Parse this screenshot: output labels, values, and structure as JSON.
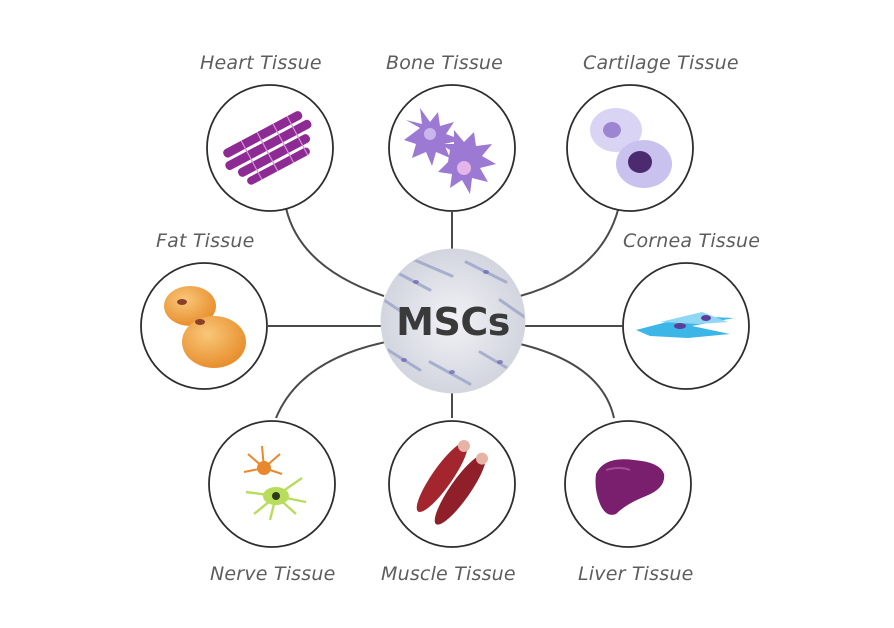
{
  "hub": {
    "label": "MSCs"
  },
  "tissues": [
    {
      "key": "heart",
      "label": "Heart Tissue"
    },
    {
      "key": "bone",
      "label": "Bone Tissue"
    },
    {
      "key": "cartilage",
      "label": "Cartilage Tissue"
    },
    {
      "key": "fat",
      "label": "Fat Tissue"
    },
    {
      "key": "cornea",
      "label": "Cornea Tissue"
    },
    {
      "key": "nerve",
      "label": "Nerve Tissue"
    },
    {
      "key": "muscle",
      "label": "Muscle Tissue"
    },
    {
      "key": "liver",
      "label": "Liver Tissue"
    }
  ],
  "colors": {
    "heart": "#8e2a93",
    "bone": "#9c7ad3",
    "cartilage": "#c9c1ee",
    "fat": "#f0a64a",
    "cornea": "#3bb6e6",
    "nerve": "#b8dd5a",
    "muscle": "#a3262f",
    "liver": "#7a1f6e",
    "connector": "#4a4a4a"
  }
}
